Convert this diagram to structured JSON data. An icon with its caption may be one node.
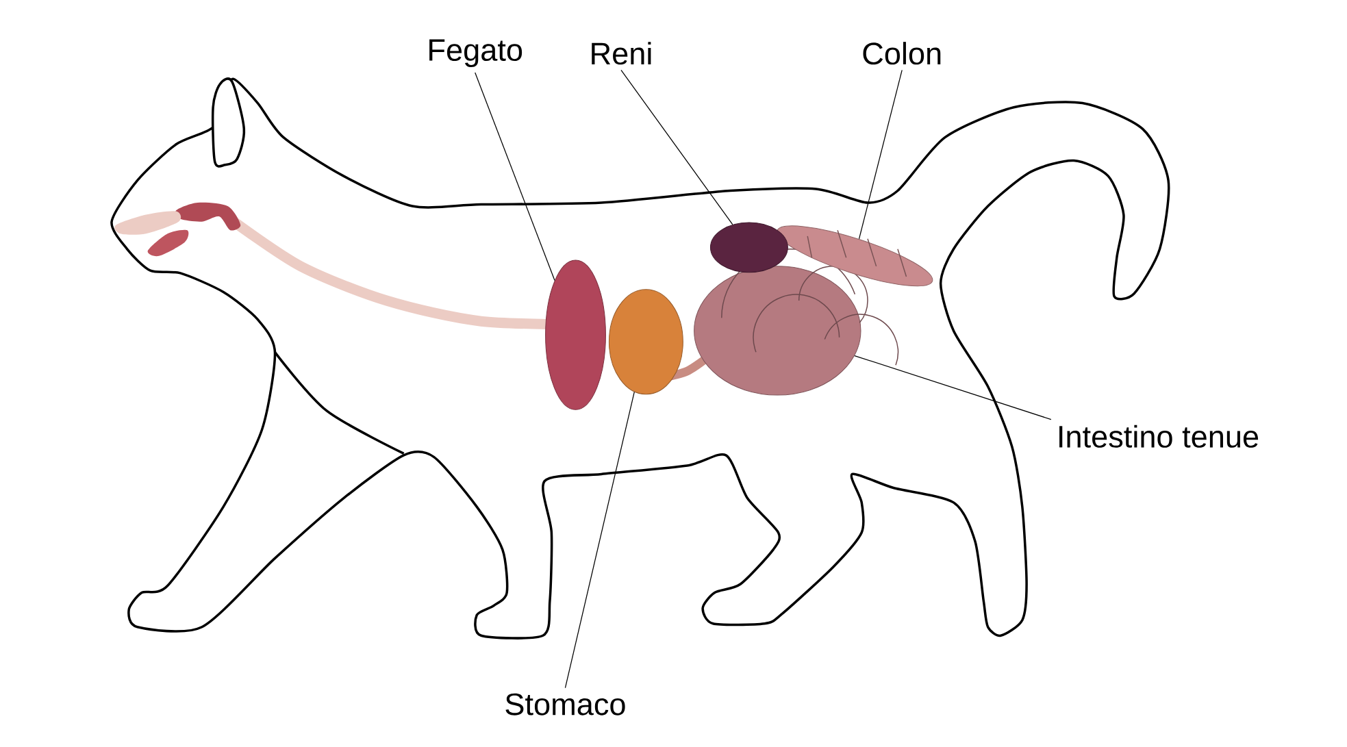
{
  "diagram": {
    "nodes": [
      {
        "text": [
          "Fegato"
        ]
      },
      {
        "text": [
          "Reni"
        ]
      },
      {
        "text": [
          "Colon"
        ]
      },
      {
        "text": [],
        "shape": "circle"
      },
      {
        "text": [],
        "shape": "circle"
      },
      {
        "text": [],
        "shape": "circle"
      },
      {
        "text": [],
        "shape": "circle"
      },
      {
        "text": [],
        "shape": "circle"
      },
      {
        "text": [
          "Intestino tenue"
        ]
      },
      {
        "text": [
          "Stomaco"
        ]
      }
    ],
    "edges": [
      {
        "from": 0,
        "to": 3,
        "arrow": "none"
      },
      {
        "from": 1,
        "to": 4,
        "arrow": "none"
      },
      {
        "from": 2,
        "to": 5,
        "arrow": "none"
      },
      {
        "from": 8,
        "to": 7,
        "arrow": "none"
      },
      {
        "from": 9,
        "to": 6,
        "arrow": "none"
      }
    ]
  }
}
